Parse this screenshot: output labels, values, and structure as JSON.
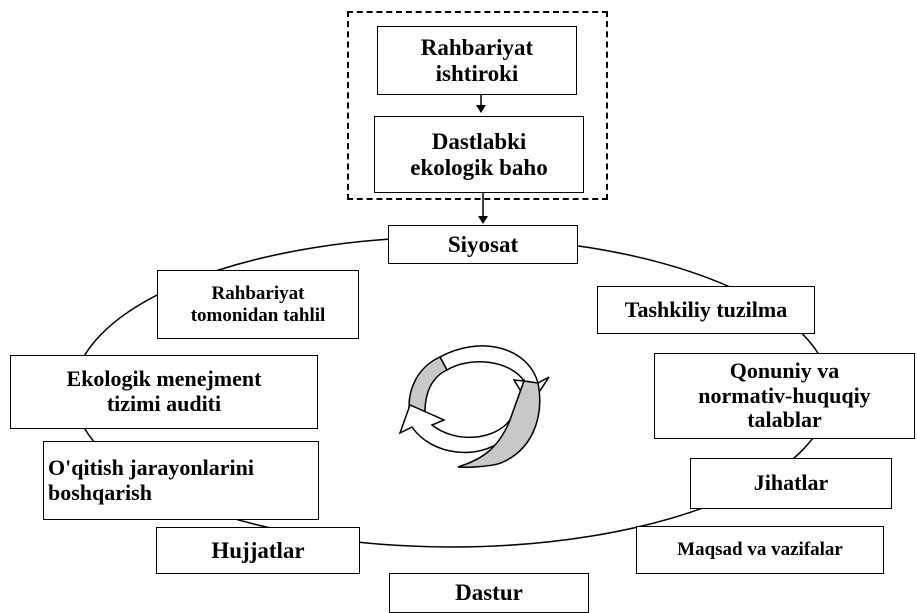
{
  "top_group": {
    "leadership": "Rahbariyat\nishtiroki",
    "initial_review": "Dastlabki\nekologik baho"
  },
  "cycle": {
    "policy": "Siyosat",
    "org_structure": "Tashkiliy tuzilma",
    "legal_requirements": "Qonuniy va\nnormativ-huquqiy\ntalablar",
    "aspects": "Jihatlar",
    "objectives": "Maqsad va vazifalar",
    "program": "Dastur",
    "documents": "Hujjatlar",
    "training": "O'qitish jarayonlarini\nboshqarish",
    "audit": "Ekologik menejment\ntizimi auditi",
    "management_review": "Rahbariyat\ntomonidan tahlil"
  },
  "colors": {
    "line": "#000000",
    "arrow_fill": "#c8c8c8"
  }
}
